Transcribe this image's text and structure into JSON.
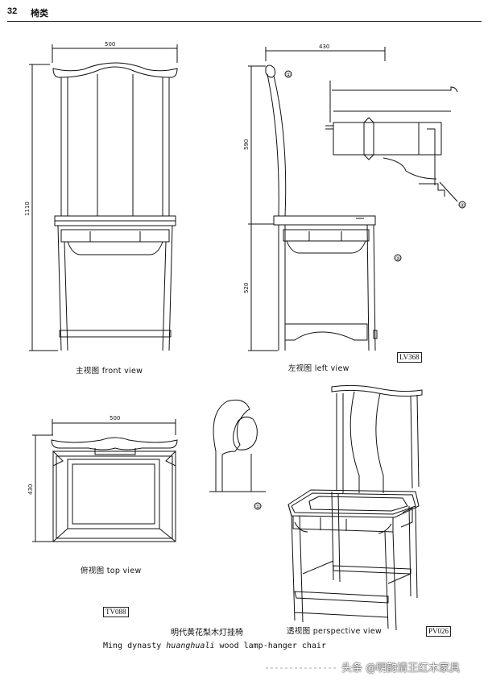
{
  "header": {
    "page_number": "32",
    "section_title": "椅类"
  },
  "front_view": {
    "caption": "主视图   front view",
    "width_dim": "500",
    "height_dim": "1110"
  },
  "left_view": {
    "caption": "左视图   left view",
    "depth_dim": "430",
    "upper_dim": "590",
    "lower_dim": "520",
    "code": "LV368",
    "callout_1": "①",
    "callout_2a": "②",
    "callout_2b": "②"
  },
  "top_view": {
    "caption": "俯视图   top view",
    "width_dim": "500",
    "depth_dim": "430",
    "code": "TV088"
  },
  "detail": {
    "callout_1": "①"
  },
  "perspective_view": {
    "caption": "透视图  perspective view",
    "code": "PV026"
  },
  "title": {
    "cn": "明代黄花梨木灯挂椅",
    "en_before": "Ming dynasty ",
    "en_italic": "huanghuali",
    "en_after": " wood lamp-hanger chair"
  },
  "watermark": {
    "text": "头条 @明韵清王红木家具"
  }
}
